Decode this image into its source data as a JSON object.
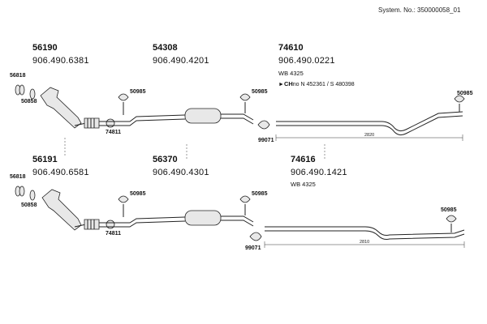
{
  "system_no": "System. No.: 350000058_01",
  "top": {
    "a": {
      "part": "56190",
      "oem": "906.490.6381"
    },
    "b": {
      "part": "54308",
      "oem": "906.490.4201"
    },
    "c": {
      "part": "74610",
      "oem": "906.490.0221",
      "wb": "WB 4325",
      "note_prefix": "CH",
      "note_suffix": "no",
      "note_rest": " N 452361 / S 480398"
    },
    "small": {
      "s56818": "56818",
      "s50858": "50858",
      "s74811": "74811",
      "s50985a": "50985",
      "s50985b": "50985",
      "s50985c": "50985",
      "s99071": "99071"
    },
    "dim": "2820"
  },
  "bottom": {
    "a": {
      "part": "56191",
      "oem": "906.490.6581"
    },
    "b": {
      "part": "56370",
      "oem": "906.490.4301"
    },
    "c": {
      "part": "74616",
      "oem": "906.490.1421",
      "wb": "WB 4325"
    },
    "small": {
      "s56818": "56818",
      "s50858": "50858",
      "s74811": "74811",
      "s50985a": "50985",
      "s50985b": "50985",
      "s50985c": "50985",
      "s99071": "99071"
    },
    "dim": "2810"
  }
}
